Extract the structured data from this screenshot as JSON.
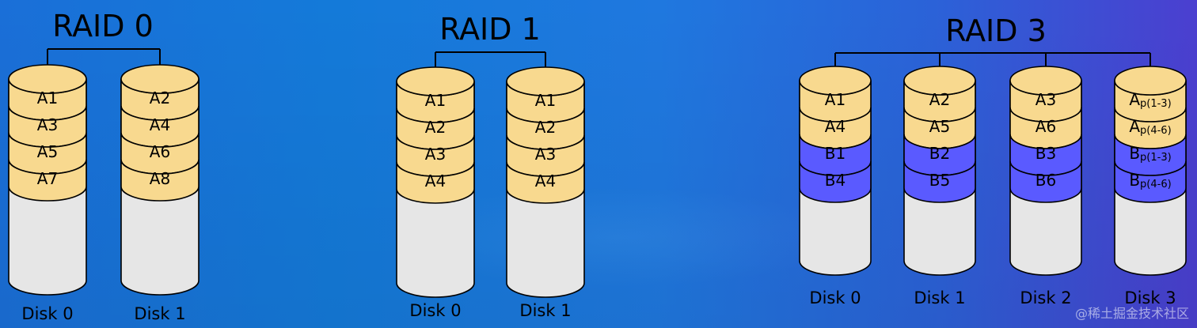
{
  "colors": {
    "data_block": "#f8d98f",
    "parity_block": "#5a5aff",
    "empty_disk": "#e6e6e6",
    "stroke": "#000000"
  },
  "watermark": "@稀土掘金技术社区",
  "diagrams": [
    {
      "title": "RAID 0",
      "disks": [
        {
          "label": "Disk 0",
          "blocks": [
            {
              "text": "A1",
              "kind": "data"
            },
            {
              "text": "A3",
              "kind": "data"
            },
            {
              "text": "A5",
              "kind": "data"
            },
            {
              "text": "A7",
              "kind": "data"
            }
          ]
        },
        {
          "label": "Disk 1",
          "blocks": [
            {
              "text": "A2",
              "kind": "data"
            },
            {
              "text": "A4",
              "kind": "data"
            },
            {
              "text": "A6",
              "kind": "data"
            },
            {
              "text": "A8",
              "kind": "data"
            }
          ]
        }
      ]
    },
    {
      "title": "RAID 1",
      "disks": [
        {
          "label": "Disk 0",
          "blocks": [
            {
              "text": "A1",
              "kind": "data"
            },
            {
              "text": "A2",
              "kind": "data"
            },
            {
              "text": "A3",
              "kind": "data"
            },
            {
              "text": "A4",
              "kind": "data"
            }
          ]
        },
        {
          "label": "Disk 1",
          "blocks": [
            {
              "text": "A1",
              "kind": "data"
            },
            {
              "text": "A2",
              "kind": "data"
            },
            {
              "text": "A3",
              "kind": "data"
            },
            {
              "text": "A4",
              "kind": "data"
            }
          ]
        }
      ]
    },
    {
      "title": "RAID 3",
      "disks": [
        {
          "label": "Disk 0",
          "blocks": [
            {
              "text": "A1",
              "kind": "data"
            },
            {
              "text": "A4",
              "kind": "data"
            },
            {
              "text": "B1",
              "kind": "parity"
            },
            {
              "text": "B4",
              "kind": "parity"
            }
          ]
        },
        {
          "label": "Disk 1",
          "blocks": [
            {
              "text": "A2",
              "kind": "data"
            },
            {
              "text": "A5",
              "kind": "data"
            },
            {
              "text": "B2",
              "kind": "parity"
            },
            {
              "text": "B5",
              "kind": "parity"
            }
          ]
        },
        {
          "label": "Disk 2",
          "blocks": [
            {
              "text": "A3",
              "kind": "data"
            },
            {
              "text": "A6",
              "kind": "data"
            },
            {
              "text": "B3",
              "kind": "parity"
            },
            {
              "text": "B6",
              "kind": "parity"
            }
          ]
        },
        {
          "label": "Disk 3",
          "blocks": [
            {
              "text": "A",
              "sub": "p(1-3)",
              "kind": "data"
            },
            {
              "text": "A",
              "sub": "p(4-6)",
              "kind": "data"
            },
            {
              "text": "B",
              "sub": "p(1-3)",
              "kind": "parity"
            },
            {
              "text": "B",
              "sub": "p(4-6)",
              "kind": "parity"
            }
          ]
        }
      ]
    }
  ]
}
